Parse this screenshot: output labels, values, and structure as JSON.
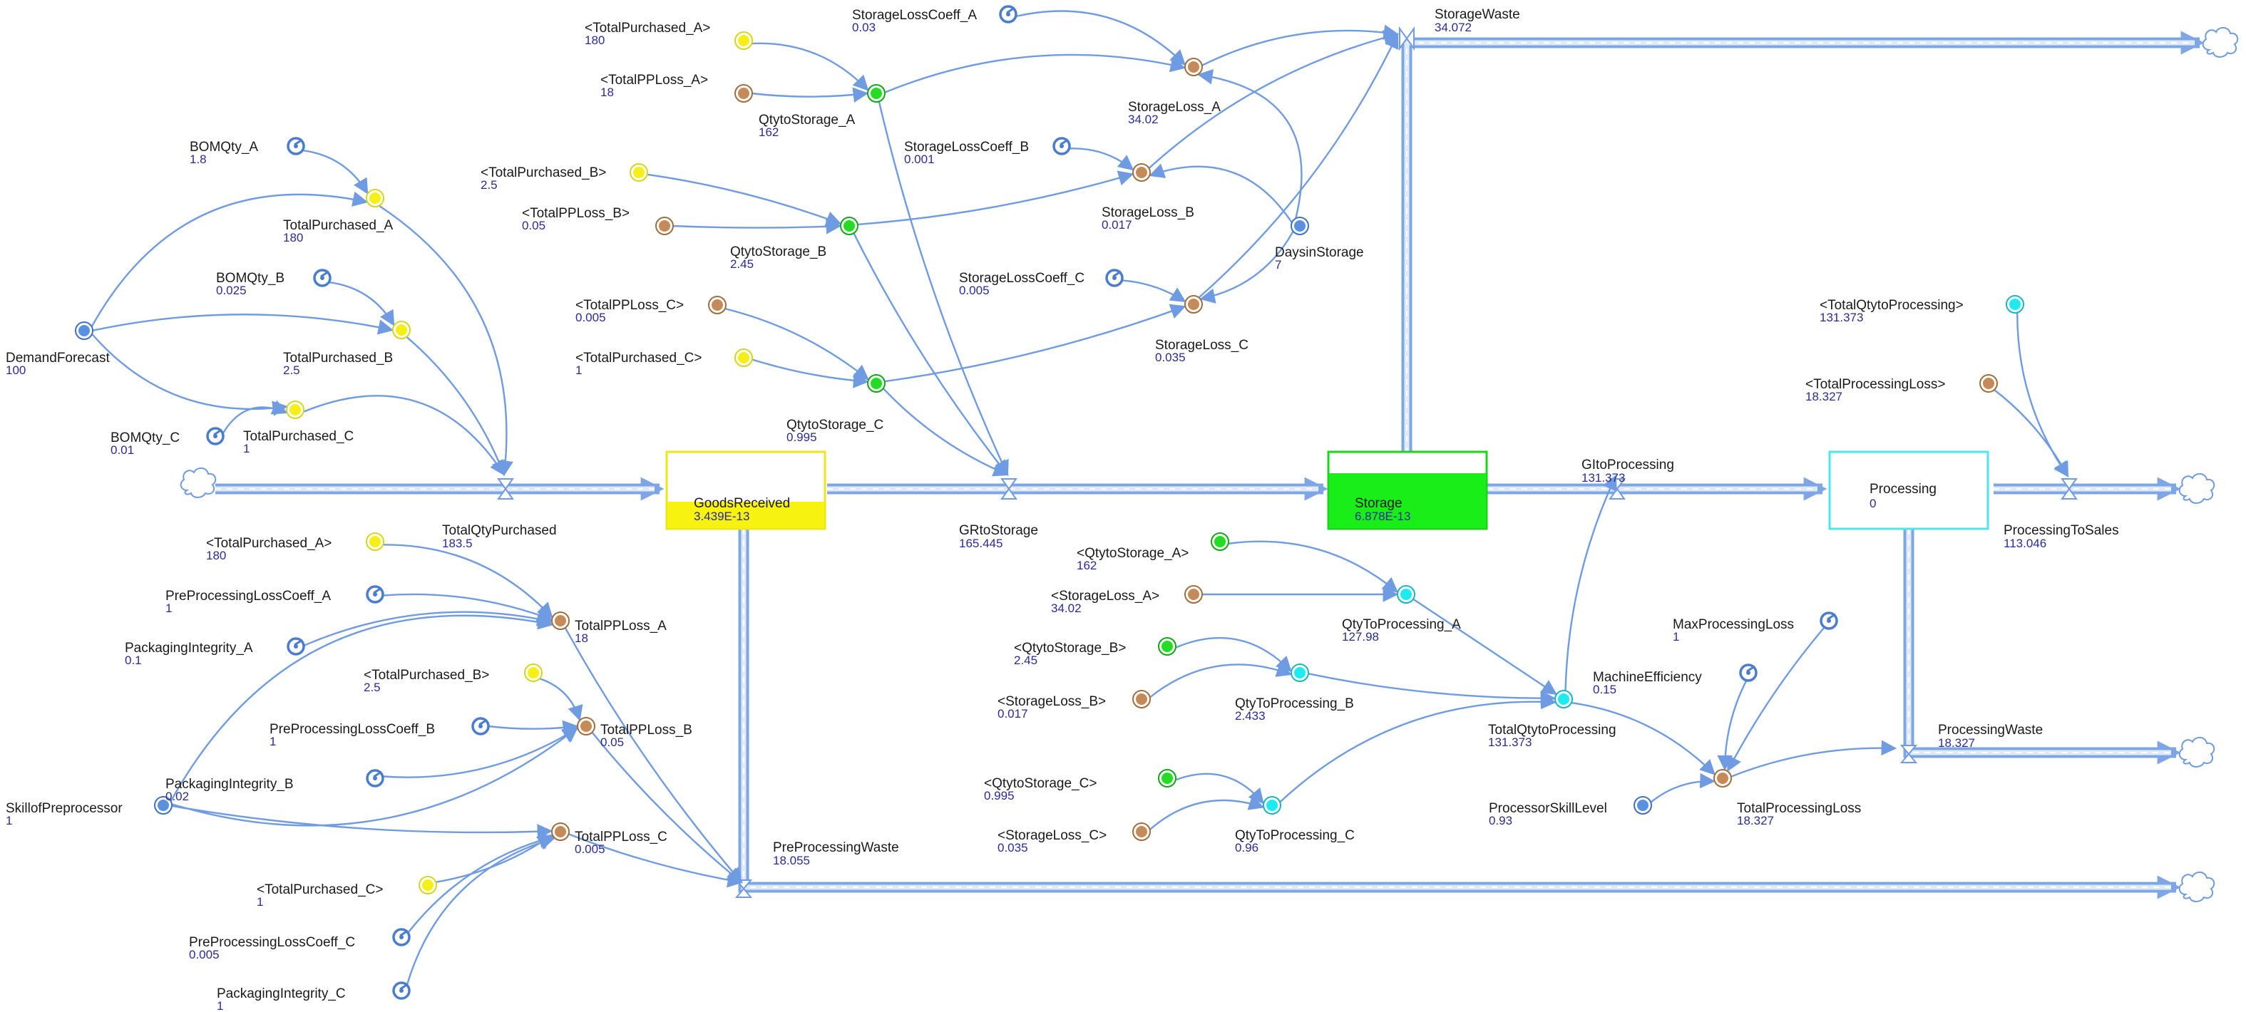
{
  "colors": {
    "link": "#6f9be3",
    "pipe": "#7ea6e6",
    "input_yellow": "#f5ef16",
    "loss_brown": "#c58a57",
    "qty_green": "#22dd22",
    "processing_cyan": "#1cecf1",
    "aux_blue": "#5a90e0",
    "goods_received_fill": "#f7f20f",
    "storage_fill": "#19ee19"
  },
  "stocks": [
    {
      "id": "gr",
      "label": "GoodsReceived",
      "value": "3.439E-13",
      "color": "yellow"
    },
    {
      "id": "st",
      "label": "Storage",
      "value": "6.878E-13",
      "color": "green"
    },
    {
      "id": "pr",
      "label": "Processing",
      "value": "0",
      "color": "cyan"
    }
  ],
  "flows": [
    {
      "id": "tqp",
      "label": "TotalQtyPurchased",
      "value": "183.5"
    },
    {
      "id": "grs",
      "label": "GRtoStorage",
      "value": "165.445"
    },
    {
      "id": "gtp",
      "label": "GItoProcessing",
      "value": "131.373"
    },
    {
      "id": "pts",
      "label": "ProcessingToSales",
      "value": "113.046"
    },
    {
      "id": "sw",
      "label": "StorageWaste",
      "value": "34.072"
    },
    {
      "id": "ppw",
      "label": "PreProcessingWaste",
      "value": "18.055"
    },
    {
      "id": "pw",
      "label": "ProcessingWaste",
      "value": "18.327"
    }
  ],
  "variables": [
    {
      "id": "bomA",
      "label": "BOMQty_A",
      "value": "1.8",
      "kind": "constant"
    },
    {
      "id": "bomB",
      "label": "BOMQty_B",
      "value": "0.025",
      "kind": "constant"
    },
    {
      "id": "bomC",
      "label": "BOMQty_C",
      "value": "0.01",
      "kind": "constant"
    },
    {
      "id": "df",
      "label": "DemandForecast",
      "value": "100",
      "kind": "aux-blue"
    },
    {
      "id": "tpA",
      "label": "TotalPurchased_A",
      "value": "180",
      "kind": "yellow"
    },
    {
      "id": "tpB",
      "label": "TotalPurchased_B",
      "value": "2.5",
      "kind": "yellow"
    },
    {
      "id": "tpC",
      "label": "TotalPurchased_C",
      "value": "1",
      "kind": "yellow"
    },
    {
      "id": "s_tpA",
      "label": "<TotalPurchased_A>",
      "value": "180",
      "kind": "yellow"
    },
    {
      "id": "s_pplA",
      "label": "<TotalPPLoss_A>",
      "value": "18",
      "kind": "brown"
    },
    {
      "id": "qsA",
      "label": "QtytoStorage_A",
      "value": "162",
      "kind": "green"
    },
    {
      "id": "slcA",
      "label": "StorageLossCoeff_A",
      "value": "0.03",
      "kind": "constant"
    },
    {
      "id": "slA",
      "label": "StorageLoss_A",
      "value": "34.02",
      "kind": "brown"
    },
    {
      "id": "s_tpB",
      "label": "<TotalPurchased_B>",
      "value": "2.5",
      "kind": "yellow"
    },
    {
      "id": "s_pplB",
      "label": "<TotalPPLoss_B>",
      "value": "0.05",
      "kind": "brown"
    },
    {
      "id": "qsB",
      "label": "QtytoStorage_B",
      "value": "2.45",
      "kind": "green"
    },
    {
      "id": "slcB",
      "label": "StorageLossCoeff_B",
      "value": "0.001",
      "kind": "constant"
    },
    {
      "id": "slB",
      "label": "StorageLoss_B",
      "value": "0.017",
      "kind": "brown"
    },
    {
      "id": "dis",
      "label": "DaysinStorage",
      "value": "7",
      "kind": "aux-blue"
    },
    {
      "id": "s_pplC",
      "label": "<TotalPPLoss_C>",
      "value": "0.005",
      "kind": "brown"
    },
    {
      "id": "s_tpC",
      "label": "<TotalPurchased_C>",
      "value": "1",
      "kind": "yellow"
    },
    {
      "id": "qsC",
      "label": "QtytoStorage_C",
      "value": "0.995",
      "kind": "green"
    },
    {
      "id": "slcC",
      "label": "StorageLossCoeff_C",
      "value": "0.005",
      "kind": "constant"
    },
    {
      "id": "slC",
      "label": "StorageLoss_C",
      "value": "0.035",
      "kind": "brown"
    },
    {
      "id": "s_tqtp",
      "label": "<TotalQtytoProcessing>",
      "value": "131.373",
      "kind": "cyan"
    },
    {
      "id": "s_tpl",
      "label": "<TotalProcessingLoss>",
      "value": "18.327",
      "kind": "brown"
    },
    {
      "id": "s2_tpA",
      "label": "<TotalPurchased_A>",
      "value": "180",
      "kind": "yellow"
    },
    {
      "id": "pplcA",
      "label": "PreProcessingLossCoeff_A",
      "value": "1",
      "kind": "constant"
    },
    {
      "id": "piA",
      "label": "PackagingIntegrity_A",
      "value": "0.1",
      "kind": "constant"
    },
    {
      "id": "pplA",
      "label": "TotalPPLoss_A",
      "value": "18",
      "kind": "brown"
    },
    {
      "id": "s2_tpB",
      "label": "<TotalPurchased_B>",
      "value": "2.5",
      "kind": "yellow"
    },
    {
      "id": "pplcB",
      "label": "PreProcessingLossCoeff_B",
      "value": "1",
      "kind": "constant"
    },
    {
      "id": "piB",
      "label": "PackagingIntegrity_B",
      "value": "0.02",
      "kind": "constant"
    },
    {
      "id": "pplB",
      "label": "TotalPPLoss_B",
      "value": "0.05",
      "kind": "brown"
    },
    {
      "id": "sop",
      "label": "SkillofPreprocessor",
      "value": "1",
      "kind": "aux-blue"
    },
    {
      "id": "pplC",
      "label": "TotalPPLoss_C",
      "value": "0.005",
      "kind": "brown"
    },
    {
      "id": "s2_tpC",
      "label": "<TotalPurchased_C>",
      "value": "1",
      "kind": "yellow"
    },
    {
      "id": "pplcC",
      "label": "PreProcessingLossCoeff_C",
      "value": "0.005",
      "kind": "constant"
    },
    {
      "id": "piC",
      "label": "PackagingIntegrity_C",
      "value": "1",
      "kind": "constant"
    },
    {
      "id": "s_qsA",
      "label": "<QtytoStorage_A>",
      "value": "162",
      "kind": "green"
    },
    {
      "id": "s_slA",
      "label": "<StorageLoss_A>",
      "value": "34.02",
      "kind": "brown"
    },
    {
      "id": "qtpA",
      "label": "QtyToProcessing_A",
      "value": "127.98",
      "kind": "cyan"
    },
    {
      "id": "s_qsB",
      "label": "<QtytoStorage_B>",
      "value": "2.45",
      "kind": "green"
    },
    {
      "id": "s_slB",
      "label": "<StorageLoss_B>",
      "value": "0.017",
      "kind": "brown"
    },
    {
      "id": "qtpB",
      "label": "QtyToProcessing_B",
      "value": "2.433",
      "kind": "cyan"
    },
    {
      "id": "s_qsC",
      "label": "<QtytoStorage_C>",
      "value": "0.995",
      "kind": "green"
    },
    {
      "id": "s_slC",
      "label": "<StorageLoss_C>",
      "value": "0.035",
      "kind": "brown"
    },
    {
      "id": "qtpC",
      "label": "QtyToProcessing_C",
      "value": "0.96",
      "kind": "cyan"
    },
    {
      "id": "tqtp",
      "label": "TotalQtytoProcessing",
      "value": "131.373",
      "kind": "cyan"
    },
    {
      "id": "me",
      "label": "MachineEfficiency",
      "value": "0.15",
      "kind": "constant"
    },
    {
      "id": "mpl",
      "label": "MaxProcessingLoss",
      "value": "1",
      "kind": "constant"
    },
    {
      "id": "psl",
      "label": "ProcessorSkillLevel",
      "value": "0.93",
      "kind": "aux-blue"
    },
    {
      "id": "tpl",
      "label": "TotalProcessingLoss",
      "value": "18.327",
      "kind": "brown"
    }
  ]
}
